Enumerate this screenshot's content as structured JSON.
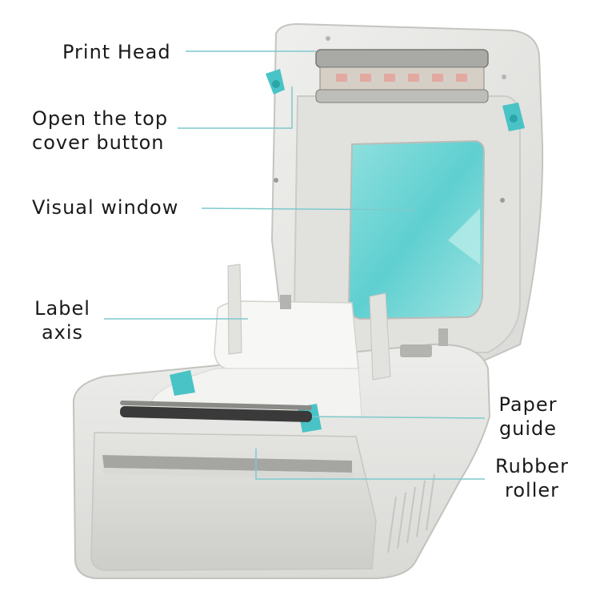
{
  "labels": {
    "print_head": "Print Head",
    "open_cover": "Open the top\ncover button",
    "visual_window": "Visual window",
    "label_axis": "Label\naxis",
    "paper_guide": "Paper\nguide",
    "rubber_roller": "Rubber\nroller"
  },
  "colors": {
    "body": "#e6e6e4",
    "body_shadow": "#cfcfcc",
    "body_dark": "#b9b9b5",
    "accent_teal": "#4fc7c9",
    "window": "#6fd3d3",
    "leader_line": "#7fc9cc",
    "paper": "#f7f7f5",
    "roller": "#3a3a3a"
  },
  "icons": [
    "printer-illustration"
  ]
}
